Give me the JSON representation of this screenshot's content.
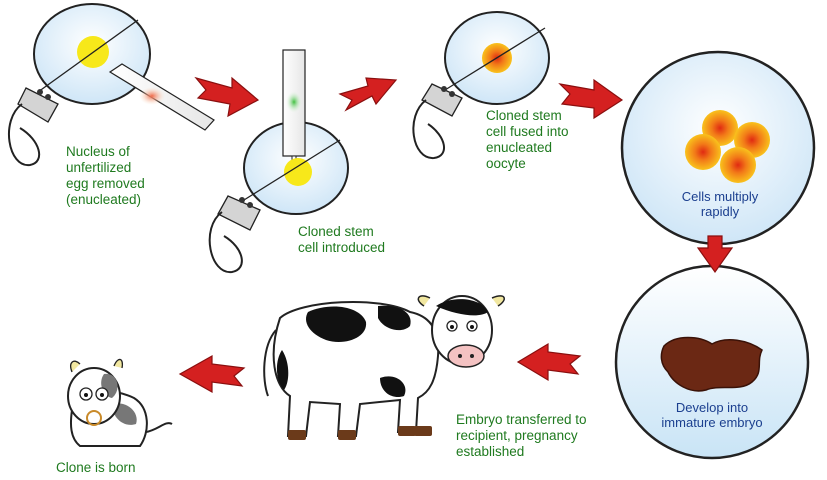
{
  "steps": {
    "enucleate": {
      "label": "Nucleus of\nunfertilized\negg removed\n(enucleated)"
    },
    "introduce": {
      "label": "Cloned stem\ncell introduced"
    },
    "fuse": {
      "label": "Cloned stem\ncell fused into\nenucleated\noocyte"
    },
    "multiply": {
      "label": "Cells multiply\nrapidly"
    },
    "develop": {
      "label": "Develop into\nimmature embryo"
    },
    "transfer": {
      "label": "Embryo transferred to\nrecipient, pregnancy\nestablished"
    },
    "born": {
      "label": "Clone is born"
    }
  },
  "colors": {
    "label_text": "#1f7a1f",
    "circle_label_text": "#1b3f8f",
    "arrow_red": "#d42020",
    "nucleus_yellow": "#f7e81a",
    "cell_orange": "#f5a21a",
    "cell_core": "#e5401a",
    "embryo_brown": "#6b2814",
    "dish_blue": "#dceefb"
  }
}
